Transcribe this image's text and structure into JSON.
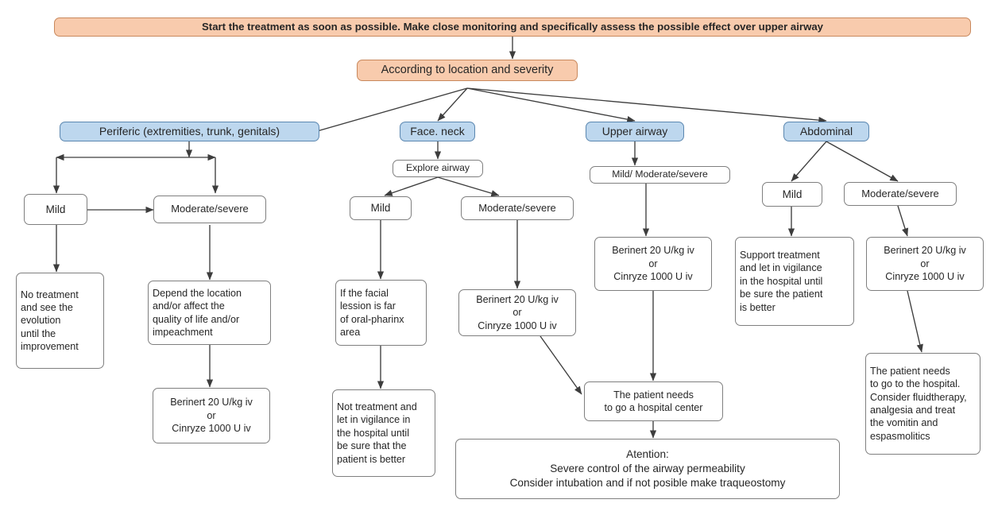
{
  "diagram": {
    "title_banner": "Start the treatment as soon as possible. Make close monitoring and specifically assess the possible effect over upper airway",
    "root": "According to location and severity",
    "colors": {
      "banner_fill": "#F8CBAD",
      "banner_stroke": "#C9885C",
      "category_fill": "#BDD7EE",
      "category_stroke": "#5B87B0",
      "node_stroke": "#7f7f7f",
      "edge_stroke": "#404040",
      "text": "#262626"
    },
    "categories": {
      "periferic": "Periferic (extremities, trunk, genitals)",
      "face_neck": "Face. neck",
      "upper_airway": "Upper airway",
      "abdominal": "Abdominal"
    },
    "branch_periferic": {
      "mild": "Mild",
      "moderate_severe": "Moderate/severe",
      "mild_action": "No treatment\nand see the\nevolution\nuntil the\nimprovement",
      "moderate_action": "Depend the location\nand/or affect the\nquality of life and/or\nimpeachment",
      "drug": "Berinert 20 U/kg iv\nor\nCinryze 1000 U iv"
    },
    "branch_face_neck": {
      "explore": "Explore airway",
      "mild": "Mild",
      "moderate_severe": "Moderate/severe",
      "mild_action": "If the facial\nlession is far\nof oral-pharinx\narea",
      "mild_action2": "Not treatment and\nlet in vigilance in\nthe hospital until\nbe sure that the\npatient is better",
      "drug": "Berinert 20 U/kg iv\nor\nCinryze 1000 U iv"
    },
    "branch_upper_airway": {
      "severity": "Mild/  Moderate/severe",
      "drug": "Berinert 20 U/kg iv\nor\nCinryze 1000 U iv",
      "hospital": "The patient needs\nto go a hospital center"
    },
    "branch_abdominal": {
      "mild": "Mild",
      "moderate_severe": "Moderate/severe",
      "mild_action": "Support treatment\nand let in vigilance\nin the hospital until\nbe sure the patient\n is better",
      "drug": "Berinert 20 U/kg iv\nor\nCinryze 1000 U iv",
      "hospital_action": "The patient needs\nto go to the hospital.\nConsider fluidtherapy,\nanalgesia and treat\nthe vomitin and\nespasmolitics"
    },
    "attention": "Atention:\nSevere control of the airway permeability\nConsider intubation and if not posible make traqueostomy"
  }
}
